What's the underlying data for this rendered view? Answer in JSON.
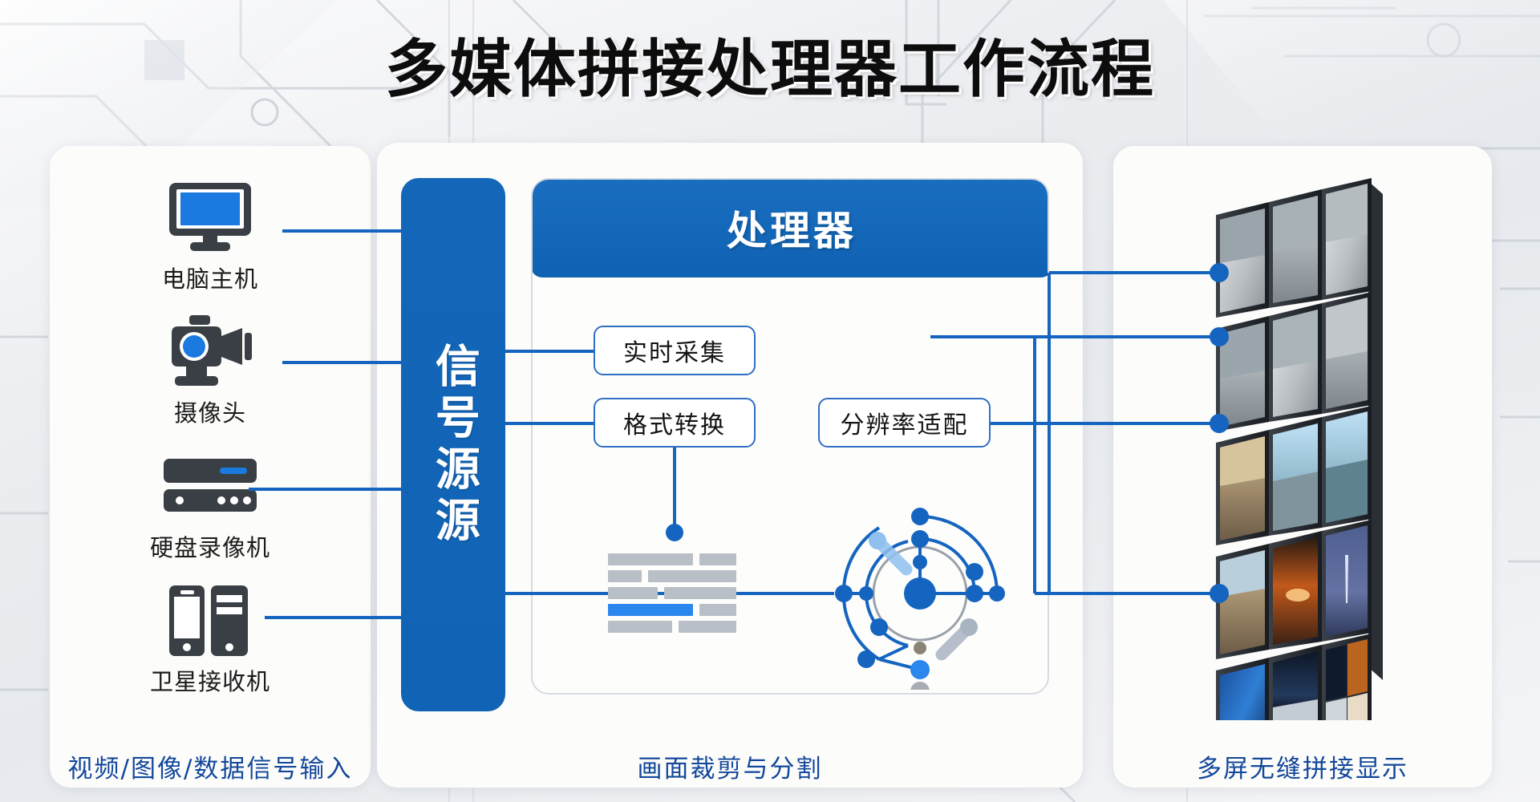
{
  "title": "多媒体拼接处理器工作流程",
  "theme": {
    "accent_blue": "#1166bb",
    "line_blue": "#1565c0",
    "caption_blue": "#13489a",
    "card_bg": "#fcfcfa",
    "page_bg": "#eceef1",
    "icon_dark": "#3a3f45"
  },
  "left_panel": {
    "caption": "视频/图像/数据信号输入",
    "sources": [
      {
        "label": "电脑主机",
        "icon": "monitor-icon"
      },
      {
        "label": "摄像头",
        "icon": "camera-icon"
      },
      {
        "label": "硬盘录像机",
        "icon": "nvr-icon"
      },
      {
        "label": "卫星接收机",
        "icon": "satellite-receiver-icon"
      }
    ]
  },
  "signal_bar": {
    "label": "信号源源"
  },
  "center_panel": {
    "caption": "画面裁剪与分割",
    "processor": {
      "header": "处理器",
      "boxes": [
        {
          "label": "实时采集"
        },
        {
          "label": "格式转换"
        },
        {
          "label": "分辨率适配"
        }
      ]
    },
    "graphics": {
      "bars_icon": "layout-bars-icon",
      "network_icon": "network-nodes-icon"
    }
  },
  "right_panel": {
    "caption": "多屏无缝拼接显示",
    "video_wall": {
      "rows": 5,
      "columns": 3,
      "screens_icon": "video-wall-icon",
      "connector_dots": 4
    }
  }
}
